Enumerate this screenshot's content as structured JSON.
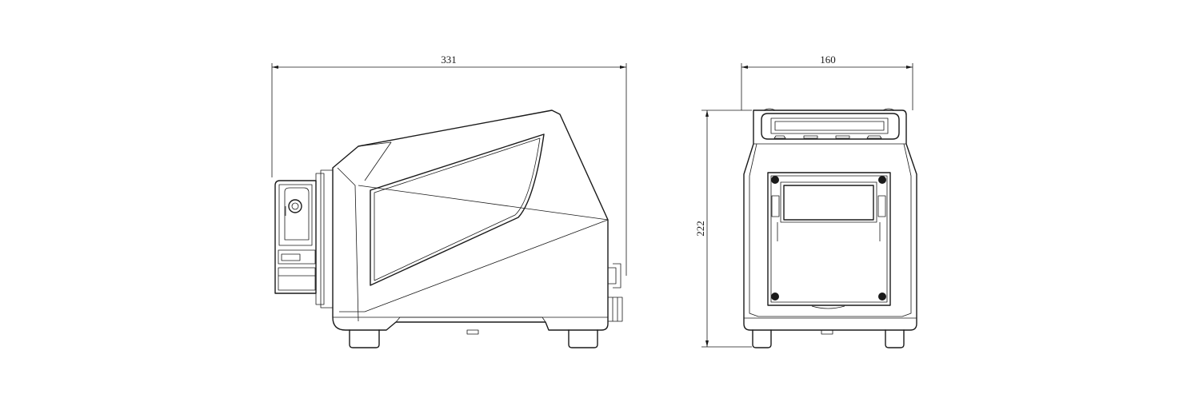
{
  "dimensions": {
    "side_width": "331",
    "front_width": "160",
    "height": "222"
  },
  "colors": {
    "line": "#1a1a1a",
    "background": "#ffffff"
  }
}
